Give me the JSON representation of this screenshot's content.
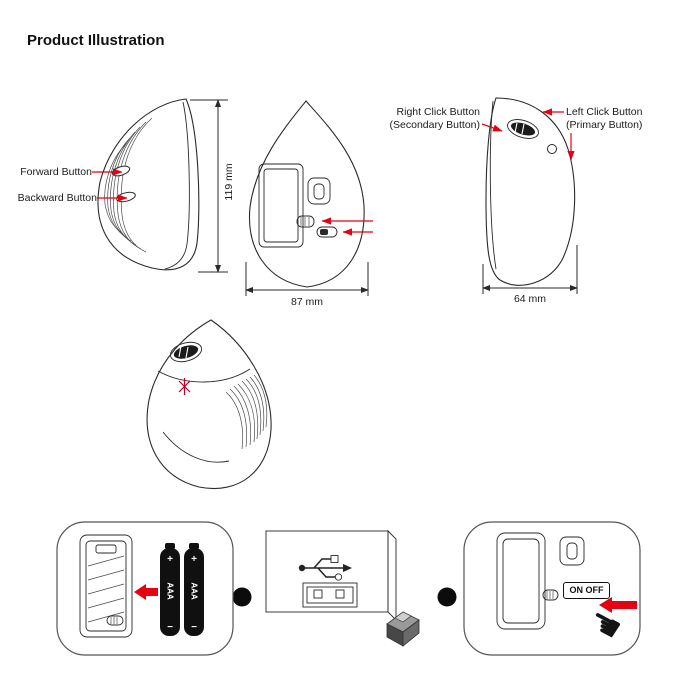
{
  "title": "Product Illustration",
  "colors": {
    "accent_red": "#e50012",
    "line_dark": "#2a2a2a"
  },
  "top_row": {
    "left_side_view": {
      "forward_label": "Forward Button",
      "backward_label": "Backward Button",
      "height_dimension": "119 mm"
    },
    "bottom_view": {
      "width_dimension": "87 mm"
    },
    "right_side_view": {
      "right_click_line1": "Right Click Button",
      "right_click_line2": "(Secondary Button)",
      "left_click_line1": "Left Click Button",
      "left_click_line2": "(Primary Button)",
      "depth_dimension": "64 mm"
    }
  },
  "bottom_row": {
    "battery_panel": {
      "battery_label": "AAA",
      "positive": "+",
      "negative": "−"
    },
    "power_panel": {
      "switch_label": "ON OFF"
    }
  },
  "icons": {
    "hand_pointer_glyph": "☚"
  }
}
